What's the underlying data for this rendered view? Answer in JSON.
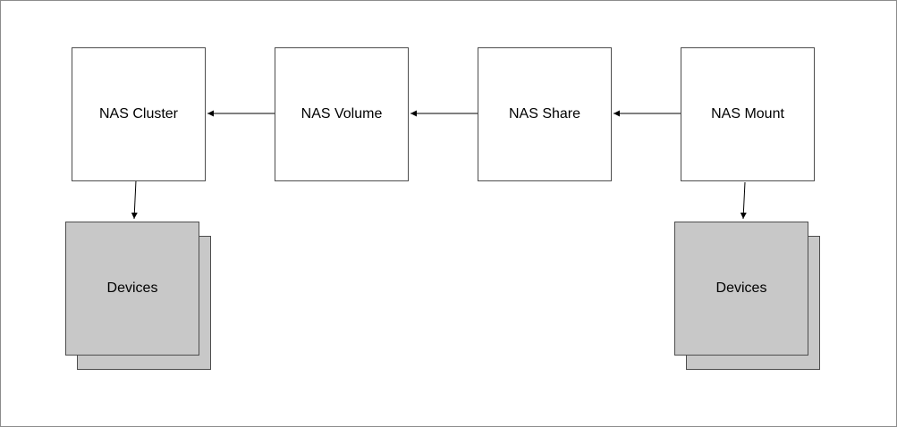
{
  "diagram": {
    "nodes": {
      "nas_cluster": "NAS Cluster",
      "nas_volume": "NAS Volume",
      "nas_share": "NAS Share",
      "nas_mount": "NAS Mount",
      "devices_left": "Devices",
      "devices_right": "Devices"
    },
    "edges": [
      {
        "from": "NAS Volume",
        "to": "NAS Cluster"
      },
      {
        "from": "NAS Share",
        "to": "NAS Volume"
      },
      {
        "from": "NAS Mount",
        "to": "NAS Share"
      },
      {
        "from": "NAS Cluster",
        "to": "Devices"
      },
      {
        "from": "NAS Mount",
        "to": "Devices"
      }
    ],
    "colors": {
      "node_fill": "#ffffff",
      "device_fill": "#c8c8c8",
      "stroke": "#4d4d4d",
      "arrow": "#000000"
    }
  }
}
